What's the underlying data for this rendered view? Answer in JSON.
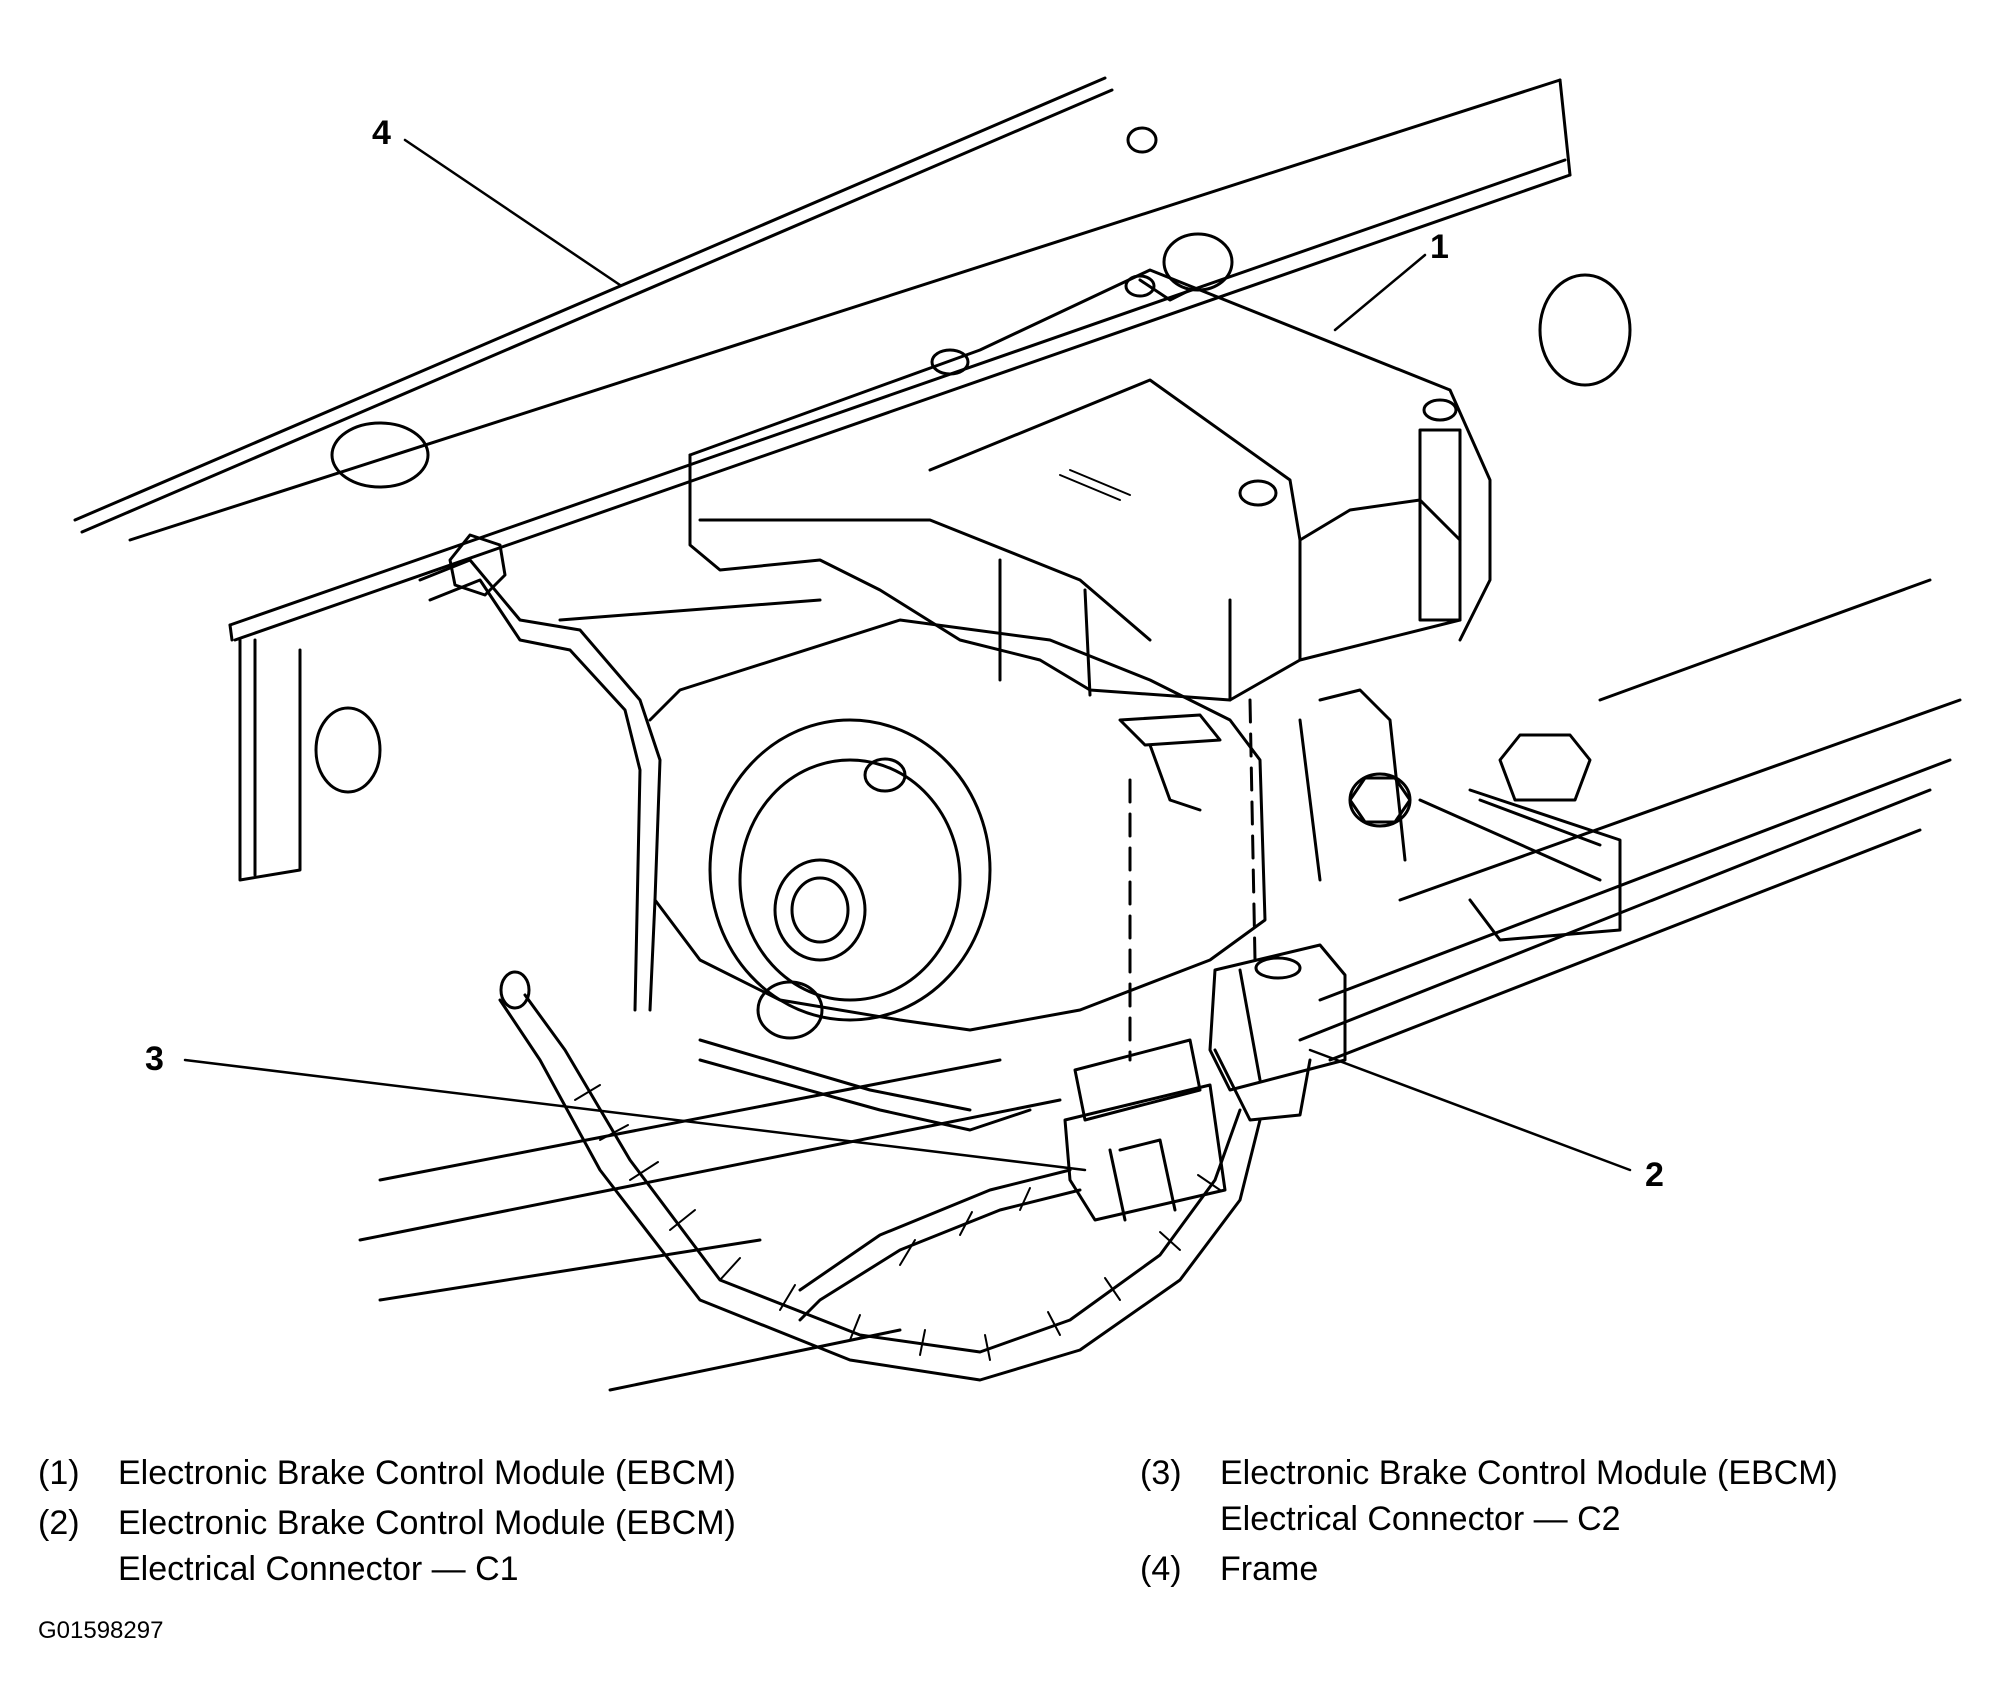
{
  "callouts": [
    "1",
    "2",
    "3",
    "4"
  ],
  "legend": {
    "left": [
      {
        "num": "(1)",
        "line1": "Electronic Brake Control Module (EBCM)",
        "line2": ""
      },
      {
        "num": "(2)",
        "line1": "Electronic Brake Control Module (EBCM)",
        "line2": "Electrical Connector — C1"
      }
    ],
    "right": [
      {
        "num": "(3)",
        "line1": "Electronic Brake Control Module (EBCM)",
        "line2": "Electrical Connector — C2"
      },
      {
        "num": "(4)",
        "line1": "Frame",
        "line2": ""
      }
    ]
  },
  "figure_id": "G01598297",
  "colors": {
    "ink": "#000000",
    "paper": "#ffffff"
  }
}
